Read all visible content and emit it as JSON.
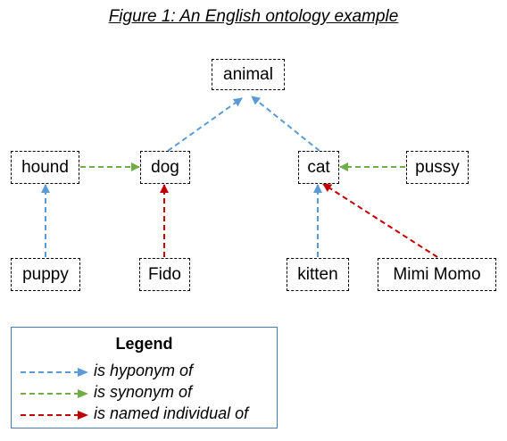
{
  "title": "Figure 1: An English ontology example",
  "colors": {
    "hyponym": "#5b9bd5",
    "synonym": "#70ad47",
    "named": "#c00000"
  },
  "nodes": {
    "animal": "animal",
    "hound": "hound",
    "dog": "dog",
    "cat": "cat",
    "pussy": "pussy",
    "puppy": "puppy",
    "fido": "Fido",
    "kitten": "kitten",
    "mimi": "Mimi Momo"
  },
  "legend": {
    "title": "Legend",
    "items": [
      {
        "relation": "hyponym",
        "label": "is hyponym of"
      },
      {
        "relation": "synonym",
        "label": "is synonym of"
      },
      {
        "relation": "named",
        "label": "is named individual of"
      }
    ]
  }
}
